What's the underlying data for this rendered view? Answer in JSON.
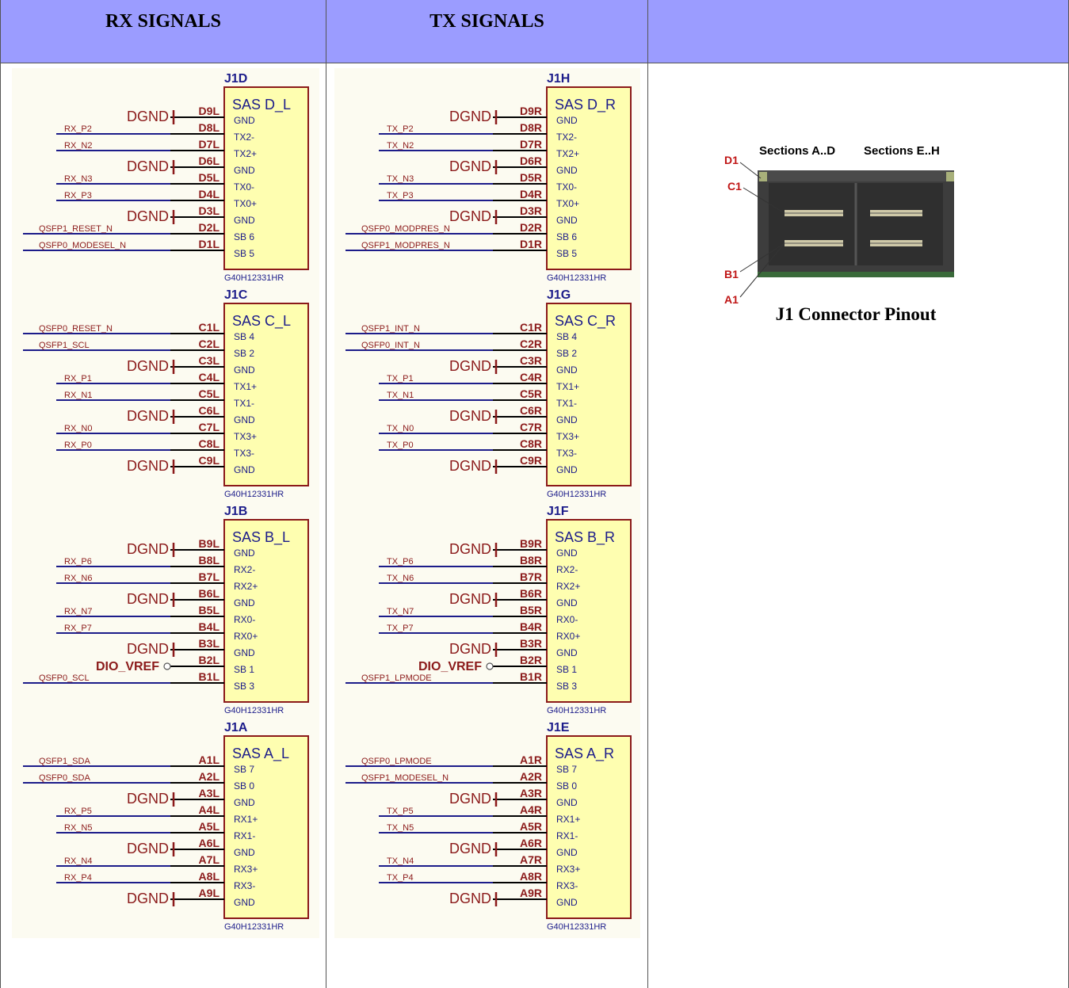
{
  "headers": {
    "rx": "RX SIGNALS",
    "tx": "TX SIGNALS",
    "third": ""
  },
  "rx_parts": [
    {
      "ref": "J1D",
      "title": "SAS D_L",
      "part_no": "G40H12331HR",
      "pins": [
        {
          "num": "D9L",
          "name": "GND",
          "net": "DGND",
          "net_kind": "gnd"
        },
        {
          "num": "D8L",
          "name": "TX2-",
          "net": "RX_P2",
          "net_kind": "wire"
        },
        {
          "num": "D7L",
          "name": "TX2+",
          "net": "RX_N2",
          "net_kind": "wire"
        },
        {
          "num": "D6L",
          "name": "GND",
          "net": "DGND",
          "net_kind": "gnd"
        },
        {
          "num": "D5L",
          "name": "TX0-",
          "net": "RX_N3",
          "net_kind": "wire"
        },
        {
          "num": "D4L",
          "name": "TX0+",
          "net": "RX_P3",
          "net_kind": "wire"
        },
        {
          "num": "D3L",
          "name": "GND",
          "net": "DGND",
          "net_kind": "gnd"
        },
        {
          "num": "D2L",
          "name": "SB 6",
          "net": "QSFP1_RESET_N",
          "net_kind": "long"
        },
        {
          "num": "D1L",
          "name": "SB 5",
          "net": "QSFP0_MODESEL_N",
          "net_kind": "long"
        }
      ]
    },
    {
      "ref": "J1C",
      "title": "SAS C_L",
      "part_no": "G40H12331HR",
      "pins": [
        {
          "num": "C1L",
          "name": "SB 4",
          "net": "QSFP0_RESET_N",
          "net_kind": "long"
        },
        {
          "num": "C2L",
          "name": "SB 2",
          "net": "QSFP1_SCL",
          "net_kind": "long"
        },
        {
          "num": "C3L",
          "name": "GND",
          "net": "DGND",
          "net_kind": "gnd"
        },
        {
          "num": "C4L",
          "name": "TX1+",
          "net": "RX_P1",
          "net_kind": "wire"
        },
        {
          "num": "C5L",
          "name": "TX1-",
          "net": "RX_N1",
          "net_kind": "wire"
        },
        {
          "num": "C6L",
          "name": "GND",
          "net": "DGND",
          "net_kind": "gnd"
        },
        {
          "num": "C7L",
          "name": "TX3+",
          "net": "RX_N0",
          "net_kind": "wire"
        },
        {
          "num": "C8L",
          "name": "TX3-",
          "net": "RX_P0",
          "net_kind": "wire"
        },
        {
          "num": "C9L",
          "name": "GND",
          "net": "DGND",
          "net_kind": "gnd"
        }
      ]
    },
    {
      "ref": "J1B",
      "title": "SAS B_L",
      "part_no": "G40H12331HR",
      "pins": [
        {
          "num": "B9L",
          "name": "GND",
          "net": "DGND",
          "net_kind": "gnd"
        },
        {
          "num": "B8L",
          "name": "RX2-",
          "net": "RX_P6",
          "net_kind": "wire"
        },
        {
          "num": "B7L",
          "name": "RX2+",
          "net": "RX_N6",
          "net_kind": "wire"
        },
        {
          "num": "B6L",
          "name": "GND",
          "net": "DGND",
          "net_kind": "gnd"
        },
        {
          "num": "B5L",
          "name": "RX0-",
          "net": "RX_N7",
          "net_kind": "wire"
        },
        {
          "num": "B4L",
          "name": "RX0+",
          "net": "RX_P7",
          "net_kind": "wire"
        },
        {
          "num": "B3L",
          "name": "GND",
          "net": "DGND",
          "net_kind": "gnd"
        },
        {
          "num": "B2L",
          "name": "SB 1",
          "net": "DIO_VREF",
          "net_kind": "port"
        },
        {
          "num": "B1L",
          "name": "SB 3",
          "net": "QSFP0_SCL",
          "net_kind": "long"
        }
      ]
    },
    {
      "ref": "J1A",
      "title": "SAS A_L",
      "part_no": "G40H12331HR",
      "pins": [
        {
          "num": "A1L",
          "name": "SB 7",
          "net": "QSFP1_SDA",
          "net_kind": "long"
        },
        {
          "num": "A2L",
          "name": "SB 0",
          "net": "QSFP0_SDA",
          "net_kind": "long"
        },
        {
          "num": "A3L",
          "name": "GND",
          "net": "DGND",
          "net_kind": "gnd"
        },
        {
          "num": "A4L",
          "name": "RX1+",
          "net": "RX_P5",
          "net_kind": "wire"
        },
        {
          "num": "A5L",
          "name": "RX1-",
          "net": "RX_N5",
          "net_kind": "wire"
        },
        {
          "num": "A6L",
          "name": "GND",
          "net": "DGND",
          "net_kind": "gnd"
        },
        {
          "num": "A7L",
          "name": "RX3+",
          "net": "RX_N4",
          "net_kind": "wire"
        },
        {
          "num": "A8L",
          "name": "RX3-",
          "net": "RX_P4",
          "net_kind": "wire"
        },
        {
          "num": "A9L",
          "name": "GND",
          "net": "DGND",
          "net_kind": "gnd"
        }
      ]
    }
  ],
  "tx_parts": [
    {
      "ref": "J1H",
      "title": "SAS D_R",
      "part_no": "G40H12331HR",
      "pins": [
        {
          "num": "D9R",
          "name": "GND",
          "net": "DGND",
          "net_kind": "gnd"
        },
        {
          "num": "D8R",
          "name": "TX2-",
          "net": "TX_P2",
          "net_kind": "wire"
        },
        {
          "num": "D7R",
          "name": "TX2+",
          "net": "TX_N2",
          "net_kind": "wire"
        },
        {
          "num": "D6R",
          "name": "GND",
          "net": "DGND",
          "net_kind": "gnd"
        },
        {
          "num": "D5R",
          "name": "TX0-",
          "net": "TX_N3",
          "net_kind": "wire"
        },
        {
          "num": "D4R",
          "name": "TX0+",
          "net": "TX_P3",
          "net_kind": "wire"
        },
        {
          "num": "D3R",
          "name": "GND",
          "net": "DGND",
          "net_kind": "gnd"
        },
        {
          "num": "D2R",
          "name": "SB 6",
          "net": "QSFP0_MODPRES_N",
          "net_kind": "long"
        },
        {
          "num": "D1R",
          "name": "SB 5",
          "net": "QSFP1_MODPRES_N",
          "net_kind": "long"
        }
      ]
    },
    {
      "ref": "J1G",
      "title": "SAS C_R",
      "part_no": "G40H12331HR",
      "pins": [
        {
          "num": "C1R",
          "name": "SB 4",
          "net": "QSFP1_INT_N",
          "net_kind": "long"
        },
        {
          "num": "C2R",
          "name": "SB 2",
          "net": "QSFP0_INT_N",
          "net_kind": "long"
        },
        {
          "num": "C3R",
          "name": "GND",
          "net": "DGND",
          "net_kind": "gnd"
        },
        {
          "num": "C4R",
          "name": "TX1+",
          "net": "TX_P1",
          "net_kind": "wire"
        },
        {
          "num": "C5R",
          "name": "TX1-",
          "net": "TX_N1",
          "net_kind": "wire"
        },
        {
          "num": "C6R",
          "name": "GND",
          "net": "DGND",
          "net_kind": "gnd"
        },
        {
          "num": "C7R",
          "name": "TX3+",
          "net": "TX_N0",
          "net_kind": "wire"
        },
        {
          "num": "C8R",
          "name": "TX3-",
          "net": "TX_P0",
          "net_kind": "wire"
        },
        {
          "num": "C9R",
          "name": "GND",
          "net": "DGND",
          "net_kind": "gnd"
        }
      ]
    },
    {
      "ref": "J1F",
      "title": "SAS B_R",
      "part_no": "G40H12331HR",
      "pins": [
        {
          "num": "B9R",
          "name": "GND",
          "net": "DGND",
          "net_kind": "gnd"
        },
        {
          "num": "B8R",
          "name": "RX2-",
          "net": "TX_P6",
          "net_kind": "wire"
        },
        {
          "num": "B7R",
          "name": "RX2+",
          "net": "TX_N6",
          "net_kind": "wire"
        },
        {
          "num": "B6R",
          "name": "GND",
          "net": "DGND",
          "net_kind": "gnd"
        },
        {
          "num": "B5R",
          "name": "RX0-",
          "net": "TX_N7",
          "net_kind": "wire"
        },
        {
          "num": "B4R",
          "name": "RX0+",
          "net": "TX_P7",
          "net_kind": "wire"
        },
        {
          "num": "B3R",
          "name": "GND",
          "net": "DGND",
          "net_kind": "gnd"
        },
        {
          "num": "B2R",
          "name": "SB 1",
          "net": "DIO_VREF",
          "net_kind": "port"
        },
        {
          "num": "B1R",
          "name": "SB 3",
          "net": "QSFP1_LPMODE",
          "net_kind": "long"
        }
      ]
    },
    {
      "ref": "J1E",
      "title": "SAS A_R",
      "part_no": "G40H12331HR",
      "pins": [
        {
          "num": "A1R",
          "name": "SB 7",
          "net": "QSFP0_LPMODE",
          "net_kind": "long"
        },
        {
          "num": "A2R",
          "name": "SB 0",
          "net": "QSFP1_MODESEL_N",
          "net_kind": "long"
        },
        {
          "num": "A3R",
          "name": "GND",
          "net": "DGND",
          "net_kind": "gnd"
        },
        {
          "num": "A4R",
          "name": "RX1+",
          "net": "TX_P5",
          "net_kind": "wire"
        },
        {
          "num": "A5R",
          "name": "RX1-",
          "net": "TX_N5",
          "net_kind": "wire"
        },
        {
          "num": "A6R",
          "name": "GND",
          "net": "DGND",
          "net_kind": "gnd"
        },
        {
          "num": "A7R",
          "name": "RX3+",
          "net": "TX_N4",
          "net_kind": "wire"
        },
        {
          "num": "A8R",
          "name": "RX3-",
          "net": "TX_P4",
          "net_kind": "wire"
        },
        {
          "num": "A9R",
          "name": "GND",
          "net": "DGND",
          "net_kind": "gnd"
        }
      ]
    }
  ],
  "pinout": {
    "title": "J1 Connector Pinout",
    "sections_left": "Sections A..D",
    "sections_right": "Sections E..H",
    "labels": [
      "D1",
      "C1",
      "B1",
      "A1"
    ]
  },
  "colors": {
    "header_bg": "#9b9cff",
    "part_body": "#fefeb0",
    "part_border": "#8b1a1a",
    "wire": "#1c1c8a",
    "net_text": "#8b1a1a",
    "ref_text": "#1c1c8a",
    "schematic_bg": "#fcfbf1"
  }
}
